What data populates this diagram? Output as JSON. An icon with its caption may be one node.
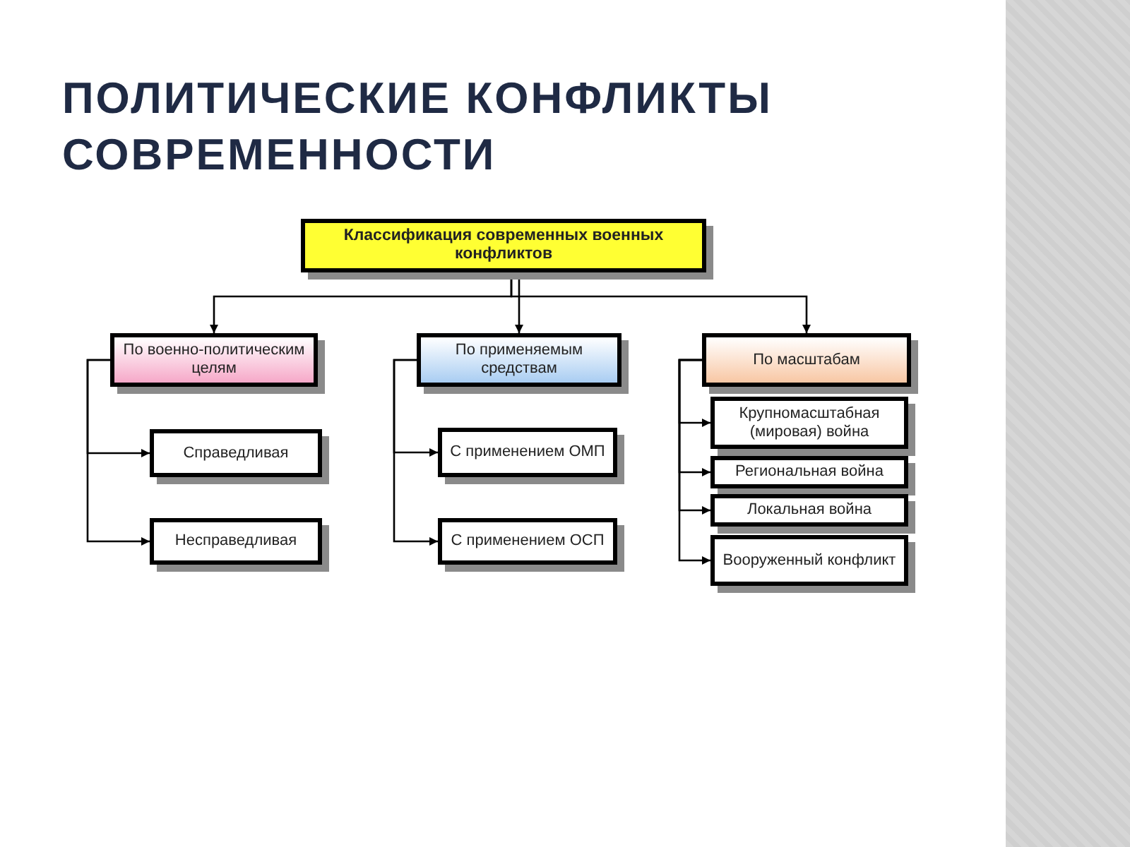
{
  "diagram": {
    "title": "ПОЛИТИЧЕСКИЕ КОНФЛИКТЫ СОВРЕМЕННОСТИ",
    "nodes": [
      {
        "text": [
          "Классификация современных военных конфликтов"
        ]
      },
      {
        "text": [
          "По военно-политическим целям"
        ]
      },
      {
        "text": [
          "Справедливая"
        ]
      },
      {
        "text": [
          "Несправедливая"
        ]
      },
      {
        "text": [
          "По применяемым средствам"
        ]
      },
      {
        "text": [
          "С применением ОМП"
        ]
      },
      {
        "text": [
          "С применением ОСП"
        ]
      },
      {
        "text": [
          "По масштабам"
        ]
      },
      {
        "text": [
          "Крупномасштабная (мировая) война"
        ]
      },
      {
        "text": [
          "Региональная война"
        ]
      },
      {
        "text": [
          "Локальная война"
        ]
      },
      {
        "text": [
          "Вооруженный конфликт"
        ]
      }
    ],
    "edges": [
      {
        "from": 0,
        "to": 1,
        "arrow": "to"
      },
      {
        "from": 0,
        "to": 4,
        "arrow": "to"
      },
      {
        "from": 0,
        "to": 7,
        "arrow": "to"
      },
      {
        "from": 1,
        "to": 2,
        "arrow": "to"
      },
      {
        "from": 1,
        "to": 3,
        "arrow": "to"
      },
      {
        "from": 4,
        "to": 5,
        "arrow": "to"
      },
      {
        "from": 4,
        "to": 6,
        "arrow": "to"
      },
      {
        "from": 7,
        "to": 8,
        "arrow": "to"
      },
      {
        "from": 7,
        "to": 9,
        "arrow": "to"
      },
      {
        "from": 7,
        "to": 10,
        "arrow": "to"
      },
      {
        "from": 7,
        "to": 11,
        "arrow": "to"
      }
    ]
  }
}
